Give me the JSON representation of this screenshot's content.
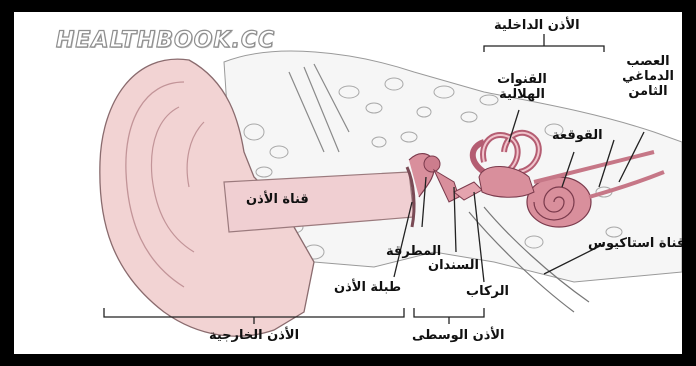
{
  "watermark": "HEALTHBOOK.CC",
  "labels": {
    "inner_ear": "الأذن الداخلية",
    "semicircular_canals": "القنوات الهلالية",
    "vestibulocochlear_nerve": "العصب الدماغي الثامن",
    "cochlea": "القوقعة",
    "ear_canal": "قناة الأذن",
    "malleus": "المطرقة",
    "incus": "السندان",
    "stapes": "الركاب",
    "eustachian_tube": "قناة استاكيوس",
    "eardrum": "طبلة الأذن",
    "outer_ear": "الأذن الخارجية",
    "middle_ear": "الأذن الوسطى"
  },
  "colors": {
    "frame": "#000000",
    "skin": "#f2d3d3",
    "skin_dark": "#e8b8bb",
    "bone": "#f4f4f4",
    "organ": "#d98f9c",
    "organ_dark": "#b45d72",
    "line": "#333333"
  }
}
